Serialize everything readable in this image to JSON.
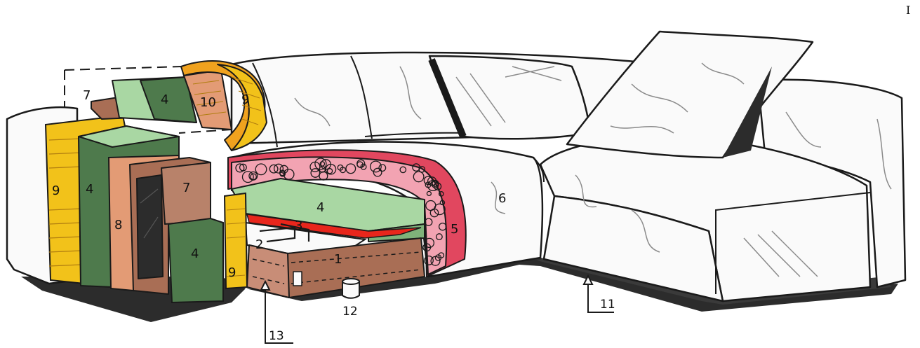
{
  "figure": {
    "corner_label": "I",
    "callouts": {
      "c1": "1",
      "c2": "2",
      "c3": "3",
      "c4a": "4",
      "c4b": "4",
      "c4c": "4",
      "c4d": "4",
      "c5": "5",
      "c6": "6",
      "c7a": "7",
      "c7b": "7",
      "c8": "8",
      "c9a": "9",
      "c9b": "9",
      "c9c": "9",
      "c10": "10",
      "c11": "11",
      "c12": "12",
      "c13": "13"
    }
  },
  "colors": {
    "outline": "#1a1a1a",
    "shadow": "#2c2c2c",
    "white_fabric": "#fafafa",
    "green_light": "#a9d7a3",
    "green_dark": "#4e7a4c",
    "yellow_board": "#f2c21a",
    "orange_board": "#f0a21e",
    "pink_foam": "#e1475f",
    "red_layer": "#e8261c",
    "brown_frame": "#a96e55",
    "brown_frame_light": "#c88d77",
    "salmon_board": "#e39b75"
  }
}
